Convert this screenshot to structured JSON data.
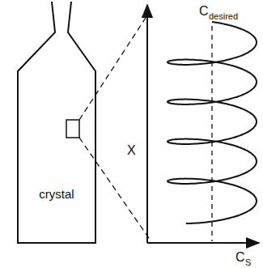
{
  "diagram": {
    "nodes": [
      {
        "text": [
          "crystal"
        ]
      }
    ],
    "labels": [
      "X",
      "C",
      "desired",
      "C",
      "S"
    ]
  }
}
